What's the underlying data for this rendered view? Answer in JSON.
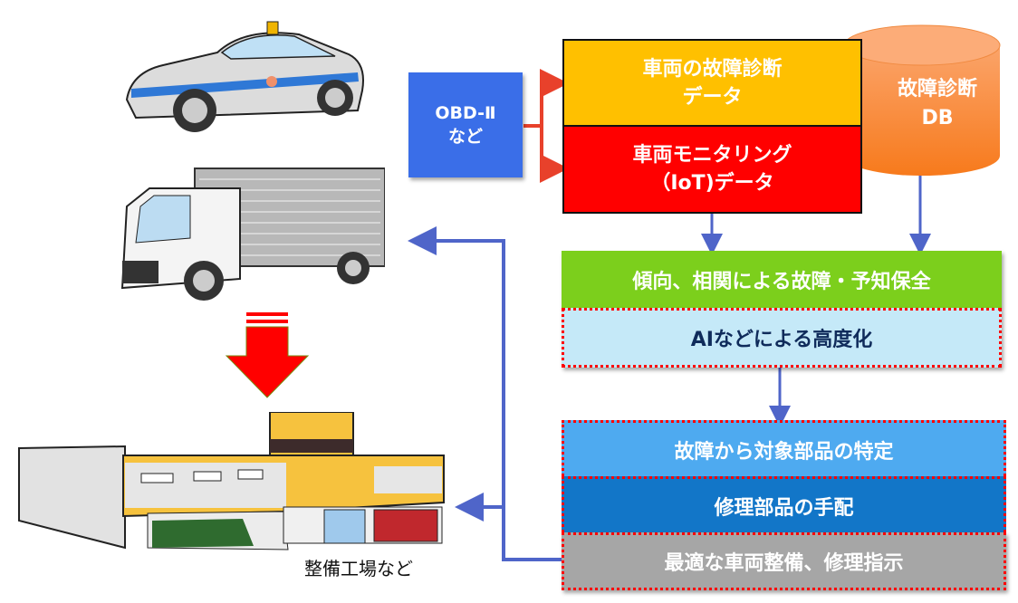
{
  "source_box": {
    "line1": "OBD-Ⅱ",
    "line2": "など",
    "color": "#3a6ee8"
  },
  "data_boxes": [
    {
      "line1": "車両の故障診断",
      "line2": "データ",
      "color": "#ffc000"
    },
    {
      "line1": "車両モニタリング",
      "line2": "（IoT)データ",
      "color": "#ff0000"
    }
  ],
  "database": {
    "line1": "故障診断",
    "line2": "DB",
    "color": "#f98c3c"
  },
  "analysis_boxes": [
    {
      "label": "傾向、相関による故障・予知保全",
      "color": "#7ccf1c"
    },
    {
      "label": "AIなどによる高度化",
      "color": "#c5e9f8",
      "text_color": "#0f2b5b"
    }
  ],
  "action_boxes": [
    {
      "label": "故障から対象部品の特定",
      "color": "#4eaaf0"
    },
    {
      "label": "修理部品の手配",
      "color": "#1276c8"
    },
    {
      "label": "最適な車両整備、修理指示",
      "color": "#a6a6a6"
    }
  ],
  "vehicles": [
    {
      "name": "taxi"
    },
    {
      "name": "truck"
    }
  ],
  "facility_label": "整備工場など",
  "colors": {
    "connector": "#4f65c9",
    "split_arrow": "#e8412b",
    "big_arrow": "#ff0000"
  }
}
